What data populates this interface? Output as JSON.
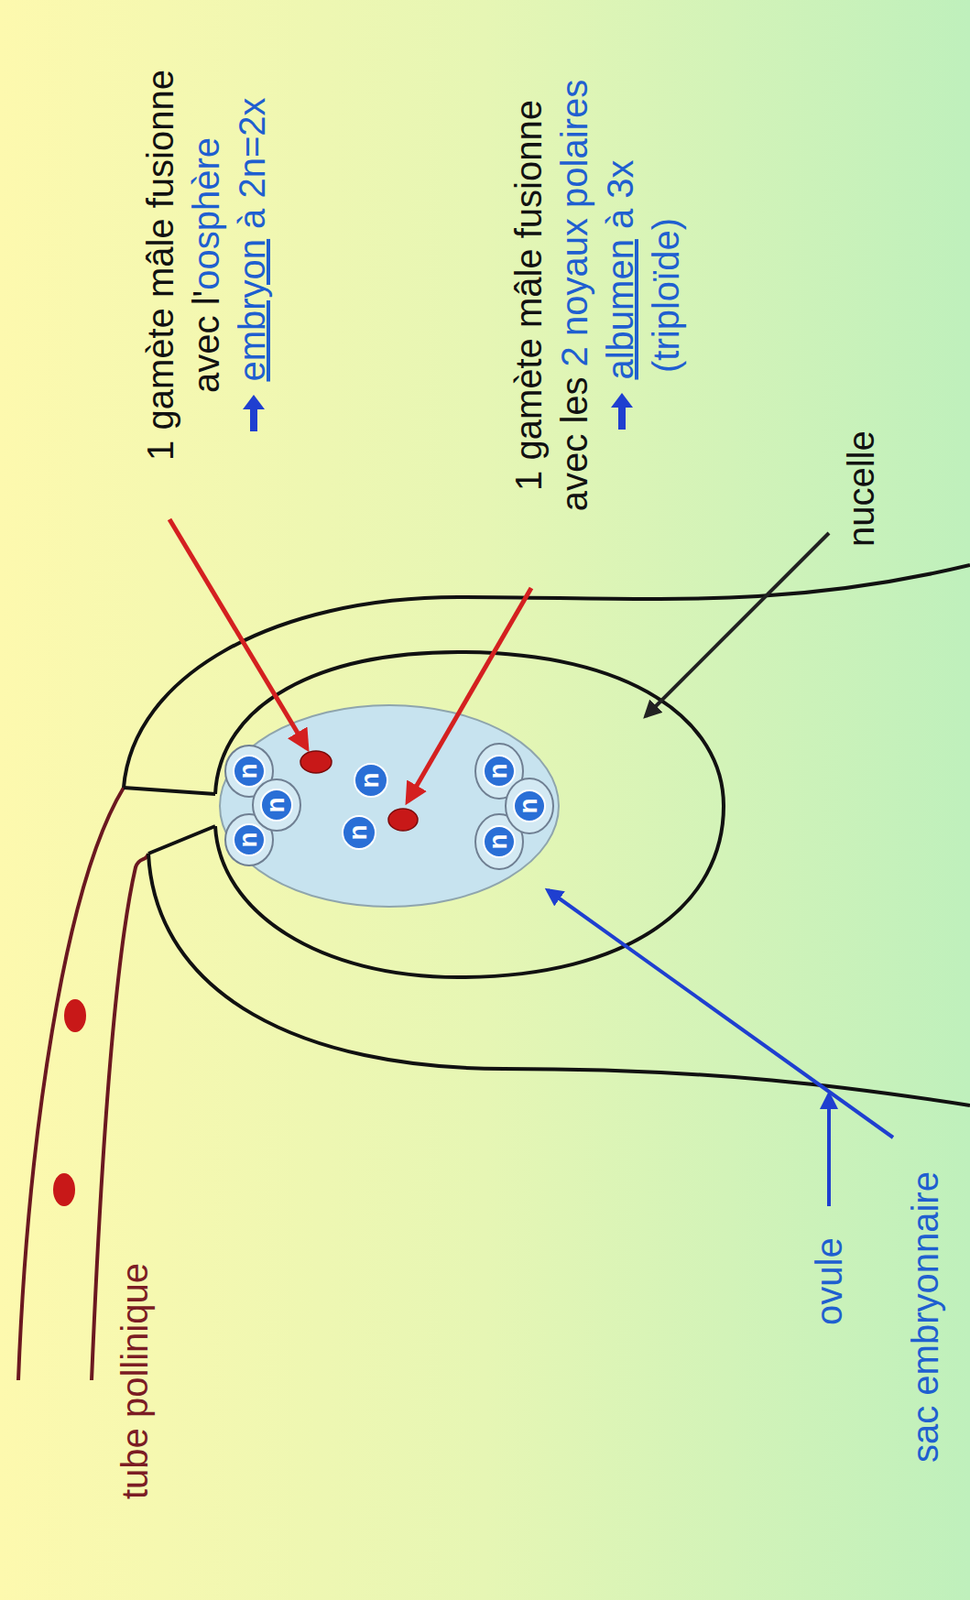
{
  "diagram": {
    "labels": [
      "1 gamète mâle fusionne",
      "avec l'",
      "oosphère",
      "embryon",
      "à 2n=2x",
      "1 gamète mâle fusionne",
      "avec les",
      "2 noyaux polaires",
      "albumen",
      "à 3x",
      "(triploïde)",
      "nucelle",
      "tube pollinique",
      "ovule",
      "sac embryonnaire",
      "n",
      "n",
      "n",
      "n",
      "n",
      "n",
      "n",
      "n"
    ]
  }
}
